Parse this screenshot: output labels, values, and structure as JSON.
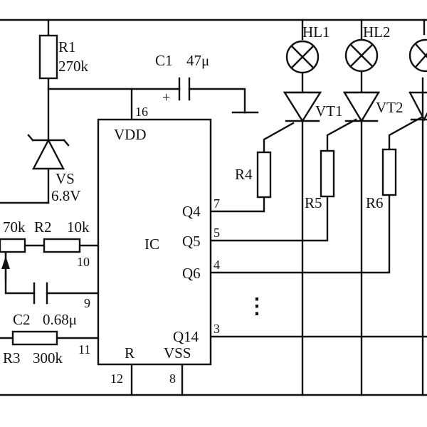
{
  "r1": {
    "name": "R1",
    "value": "270k"
  },
  "c1": {
    "name": "C1",
    "value": "47μ",
    "polarity": "+"
  },
  "vs": {
    "name": "VS",
    "value": "6.8V"
  },
  "rp": {
    "value": "70k"
  },
  "r2": {
    "name": "R2",
    "value": "10k"
  },
  "c2": {
    "name": "C2",
    "value": "0.68μ"
  },
  "r3": {
    "name": "R3",
    "value": "300k"
  },
  "r4": {
    "name": "R4"
  },
  "r5": {
    "name": "R5"
  },
  "r6": {
    "name": "R6"
  },
  "lamps": [
    {
      "name": "HL1"
    },
    {
      "name": "HL2"
    }
  ],
  "transistors": [
    {
      "name": "VT1"
    },
    {
      "name": "VT2"
    }
  ],
  "ic": {
    "name": "IC",
    "vdd": "VDD",
    "vss": "VSS",
    "r": "R",
    "outputs": [
      {
        "name": "Q4",
        "pin": "7"
      },
      {
        "name": "Q5",
        "pin": "5"
      },
      {
        "name": "Q6",
        "pin": "4"
      },
      {
        "name": "Q14",
        "pin": "3"
      }
    ],
    "pins": {
      "vdd": "16",
      "p10": "10",
      "p9": "9",
      "p11": "11",
      "p12": "12",
      "p8": "8"
    }
  },
  "ellipsis": "⋮"
}
